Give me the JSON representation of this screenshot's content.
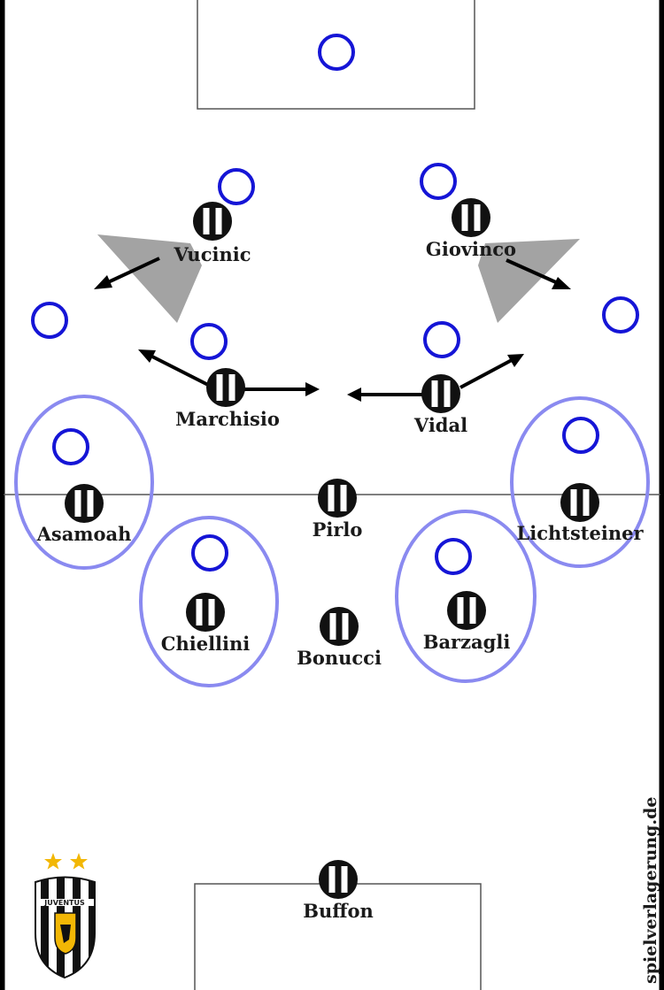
{
  "pitch": {
    "background": "#ffffff",
    "line_color": "#555555"
  },
  "colors": {
    "opponent": "#1515d6",
    "zone": "#8a8af0",
    "juventus_black": "#111111",
    "juventus_white": "#ffffff",
    "shadow": "#8c8c8c",
    "arrow": "#000000",
    "star": "#f2b705"
  },
  "juventus_players": [
    {
      "name": "Vucinic"
    },
    {
      "name": "Giovinco"
    },
    {
      "name": "Marchisio"
    },
    {
      "name": "Vidal"
    },
    {
      "name": "Asamoah"
    },
    {
      "name": "Pirlo"
    },
    {
      "name": "Lichtsteiner"
    },
    {
      "name": "Chiellini"
    },
    {
      "name": "Bonucci"
    },
    {
      "name": "Barzagli"
    },
    {
      "name": "Buffon"
    }
  ],
  "opponent_count": 11,
  "pressing_zone_count": 4,
  "watermark": "spielverlagerung.de",
  "crest": {
    "text": "JUVENTUS",
    "stars": 2
  }
}
